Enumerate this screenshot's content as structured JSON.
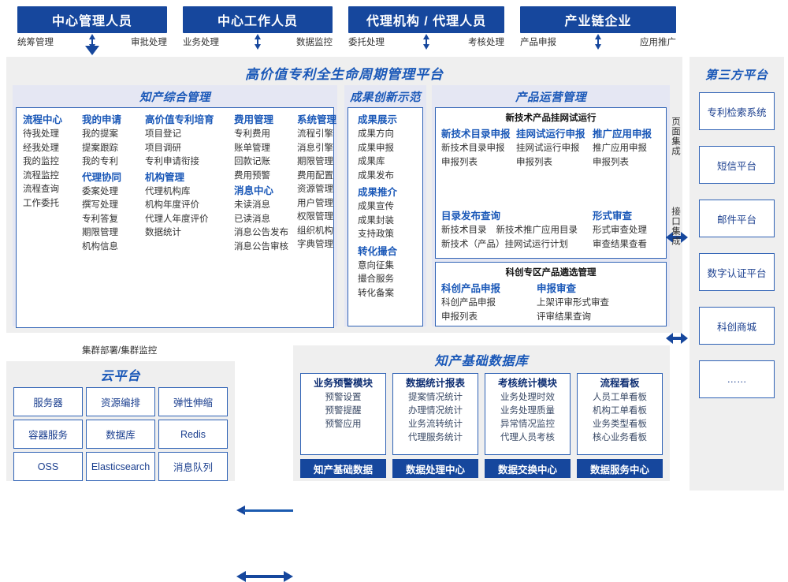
{
  "roles": [
    {
      "title": "中心管理人员",
      "left": "统筹管理",
      "right": "审批处理"
    },
    {
      "title": "中心工作人员",
      "left": "业务处理",
      "right": "数据监控"
    },
    {
      "title": "代理机构 / 代理人员",
      "left": "委托处理",
      "right": "考核处理"
    },
    {
      "title": "产业链企业",
      "left": "产品申报",
      "right": "应用推广"
    }
  ],
  "platform": {
    "title": "高价值专利全生命周期管理平台",
    "groups": {
      "zhichan": {
        "title": "知产综合管理",
        "columns": [
          {
            "blocks": [
              {
                "head": "流程中心",
                "items": [
                  "待我处理",
                  "经我处理",
                  "我的监控",
                  "流程监控",
                  "流程查询",
                  "工作委托"
                ]
              }
            ]
          },
          {
            "blocks": [
              {
                "head": "我的申请",
                "items": [
                  "我的提案",
                  "提案跟踪",
                  "我的专利"
                ]
              },
              {
                "head": "代理协同",
                "items": [
                  "委案处理",
                  "撰写处理",
                  "专利答复",
                  "期限管理",
                  "机构信息"
                ]
              }
            ]
          },
          {
            "blocks": [
              {
                "head": "高价值专利培育",
                "items": [
                  "项目登记",
                  "项目调研",
                  "专利申请衔接"
                ]
              },
              {
                "head": "机构管理",
                "items": [
                  "代理机构库",
                  "机构年度评价",
                  "代理人年度评价",
                  "数据统计"
                ]
              }
            ]
          },
          {
            "blocks": [
              {
                "head": "费用管理",
                "items": [
                  "专利费用",
                  "账单管理",
                  "回款记账",
                  "费用预警"
                ]
              },
              {
                "head": "消息中心",
                "items": [
                  "未读消息",
                  "已读消息",
                  "消息公告发布",
                  "消息公告审核"
                ]
              }
            ]
          },
          {
            "blocks": [
              {
                "head": "系统管理",
                "items": [
                  "流程引擎",
                  "消息引擎",
                  "期限管理",
                  "费用配置",
                  "资源管理",
                  "用户管理",
                  "权限管理",
                  "组织机构",
                  "字典管理"
                ]
              }
            ]
          }
        ]
      },
      "chengguo": {
        "title": "成果创新示范",
        "blocks": [
          {
            "head": "成果展示",
            "items": [
              "成果方向",
              "成果申报",
              "成果库",
              "成果发布"
            ]
          },
          {
            "head": "成果推介",
            "items": [
              "成果宣传",
              "成果封装",
              "支持政策"
            ]
          },
          {
            "head": "转化撮合",
            "items": [
              "意向征集",
              "撮合服务",
              "转化备案"
            ]
          }
        ]
      },
      "chanpin": {
        "title": "产品运营管理",
        "box1": {
          "title": "新技术产品挂网试运行",
          "row1": [
            {
              "head": "新技术目录申报",
              "items": [
                "新技术目录申报",
                "申报列表"
              ]
            },
            {
              "head": "挂网试运行申报",
              "items": [
                "挂网试运行申报",
                "申报列表"
              ]
            },
            {
              "head": "推广应用申报",
              "items": [
                "推广应用申报",
                "申报列表"
              ]
            }
          ],
          "row2_left": {
            "head": "目录发布查询",
            "items_line1": [
              "新技术目录",
              "新技术推广应用目录"
            ],
            "items_line2": [
              "新技术（产品）挂网试运行计划"
            ]
          },
          "row2_right": {
            "head": "形式审查",
            "items": [
              "形式审查处理",
              "审查结果查看"
            ]
          }
        },
        "box2": {
          "title": "科创专区产品遴选管理",
          "cols": [
            {
              "head": "科创产品申报",
              "items": [
                "科创产品申报",
                "申报列表"
              ]
            },
            {
              "head": "申报审查",
              "items": [
                "上架评审形式审查",
                "评审结果查询"
              ]
            }
          ]
        }
      }
    }
  },
  "integration": {
    "page": "页面集成",
    "api": "接口集成"
  },
  "third_party": {
    "title": "第三方平台",
    "items": [
      "专利检索系统",
      "短信平台",
      "邮件平台",
      "数字认证平台",
      "科创商城",
      "……"
    ]
  },
  "cloud": {
    "cluster_label": "集群部署/集群监控",
    "title": "云平台",
    "cells": [
      "服务器",
      "资源编排",
      "弹性伸缩",
      "容器服务",
      "数据库",
      "Redis",
      "OSS",
      "Elasticsearch",
      "消息队列"
    ]
  },
  "database": {
    "title": "知产基础数据库",
    "columns": [
      {
        "head": "业务预警模块",
        "items": [
          "预警设置",
          "预警提醒",
          "预警应用"
        ],
        "foot": "知产基础数据"
      },
      {
        "head": "数据统计报表",
        "items": [
          "提案情况统计",
          "办理情况统计",
          "业务流转统计",
          "代理服务统计"
        ],
        "foot": "数据处理中心"
      },
      {
        "head": "考核统计模块",
        "items": [
          "业务处理时效",
          "业务处理质量",
          "异常情况监控",
          "代理人员考核"
        ],
        "foot": "数据交换中心"
      },
      {
        "head": "流程看板",
        "items": [
          "人员工单看板",
          "机构工单看板",
          "业务类型看板",
          "核心业务看板"
        ],
        "foot": "数据服务中心"
      }
    ]
  },
  "colors": {
    "brand_blue": "#16479D",
    "title_blue": "#1A58B8",
    "panel_gray": "#EFEFEF",
    "group_lavender": "#E5E7F3",
    "border_blue": "#2F62B5"
  }
}
